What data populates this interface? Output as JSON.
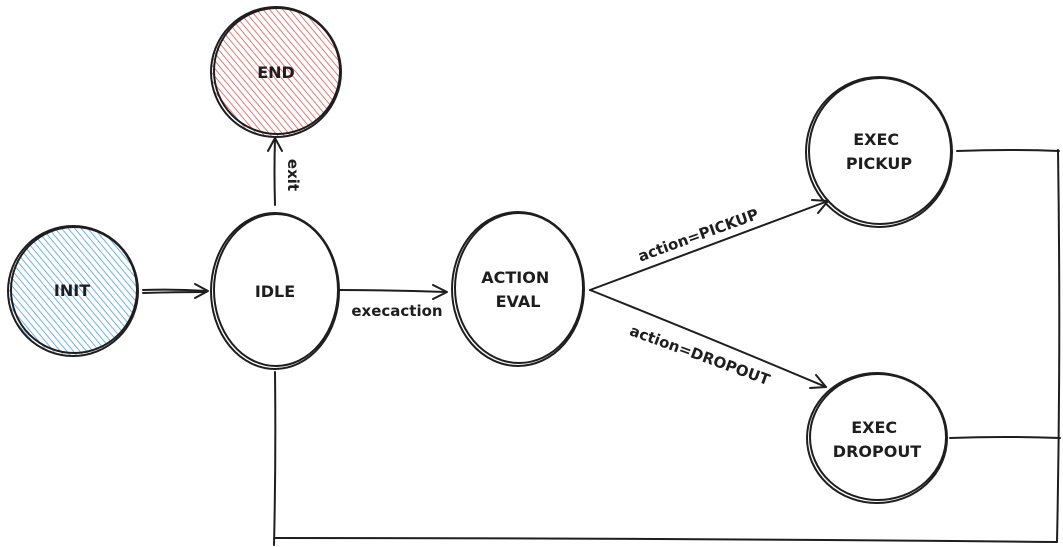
{
  "colors": {
    "ink": "#1e1e1e",
    "init_fill": "#4a9ee8",
    "end_fill": "#e05555",
    "background": "#ffffff"
  },
  "nodes": {
    "init": {
      "label": "INIT"
    },
    "end": {
      "label": "END"
    },
    "idle": {
      "label": "IDLE"
    },
    "action_eval": {
      "line1": "ACTION",
      "line2": "EVAL"
    },
    "exec_pickup": {
      "line1": "EXEC",
      "line2": "PICKUP"
    },
    "exec_dropout": {
      "line1": "EXEC",
      "line2": "DROPOUT"
    }
  },
  "edges": {
    "exit": "exit",
    "execaction": "execaction",
    "pickup": "action=PICKUP",
    "dropout": "action=DROPOUT"
  }
}
